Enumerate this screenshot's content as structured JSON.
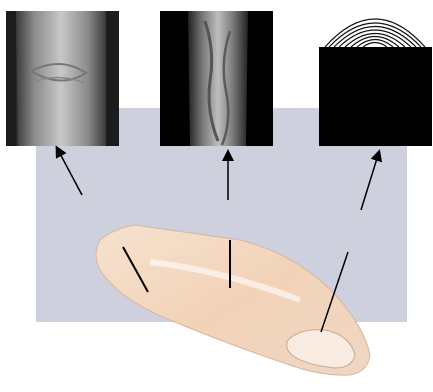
{
  "panels": [
    {
      "icon": "finger-crease-image"
    },
    {
      "icon": "finger-vein-image"
    },
    {
      "icon": "fingerprint-image"
    }
  ],
  "colors": {
    "panel_background": "#cfd0dd",
    "finger_skin": "#f2d7bf",
    "arrow": "#000000"
  }
}
